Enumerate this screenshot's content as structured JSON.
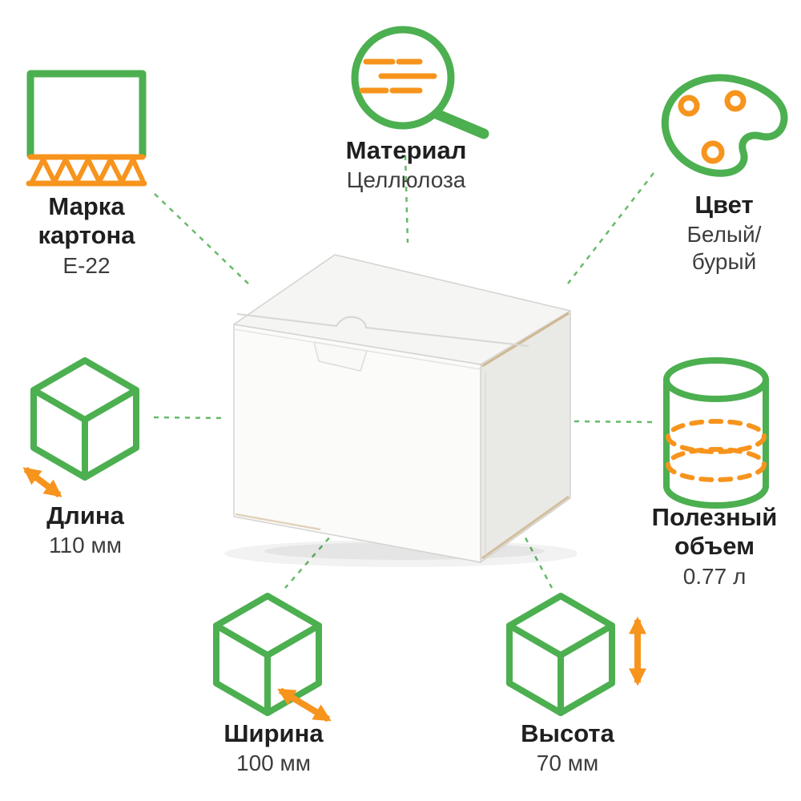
{
  "colors": {
    "green": "#4caf50",
    "orange": "#f7941d",
    "text": "#1f1f1f"
  },
  "product": {
    "name": "white-cardboard-box"
  },
  "features": {
    "grade": {
      "label": "Марка\nкартона",
      "value": "Е-22",
      "icon": "corrugated-cardboard-icon"
    },
    "material": {
      "label": "Материал",
      "value": "Целлюлоза",
      "icon": "magnifier-fibers-icon"
    },
    "color": {
      "label": "Цвет",
      "value": "Белый/\nбурый",
      "icon": "palette-icon"
    },
    "length": {
      "label": "Длина",
      "value": "110 мм",
      "icon": "cube-length-arrow-icon"
    },
    "volume": {
      "label": "Полезный\nобъем",
      "value": "0.77 л",
      "icon": "cylinder-volume-icon"
    },
    "width": {
      "label": "Ширина",
      "value": "100 мм",
      "icon": "cube-width-arrow-icon"
    },
    "height": {
      "label": "Высота",
      "value": "70 мм",
      "icon": "cube-height-arrow-icon"
    }
  }
}
